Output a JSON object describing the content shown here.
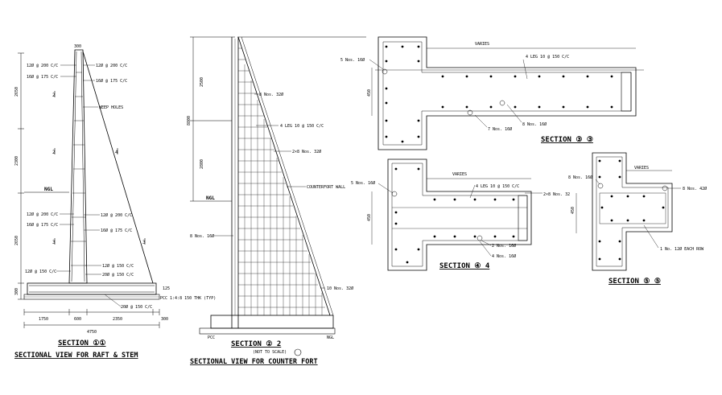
{
  "section11": {
    "title": "SECTION ①①",
    "caption": "SECTIONAL VIEW FOR RAFT & STEM",
    "top_dim": "300",
    "rebar_left": [
      "12Ø @ 200 C/C",
      "16Ø @ 175 C/C",
      "12Ø @ 200 C/C",
      "16Ø @ 175 C/C",
      "12Ø @ 150 C/C"
    ],
    "rebar_right": [
      "12Ø @ 200 C/C",
      "16Ø @ 175 C/C",
      "WEEP HOLES",
      "12Ø @ 200 C/C",
      "16Ø @ 175 C/C",
      "12Ø @ 150 C/C",
      "20Ø @ 150 C/C",
      "20Ø @ 150 C/C"
    ],
    "ngl": "NGL",
    "pcc": "PCC 1:4:8 150 THK (TYP)",
    "left_dims": [
      "2650",
      "2300",
      "2650",
      "300"
    ],
    "right_dim": "125",
    "bottom_dims": [
      "1750",
      "600",
      "2350",
      "300"
    ],
    "total_dim": "4750",
    "marks": [
      "2",
      "2",
      "4",
      "3",
      "3"
    ]
  },
  "section22": {
    "title": "SECTION ② 2",
    "note": "(NOT TO SCALE)",
    "caption": "SECTIONAL VIEW FOR COUNTER FORT",
    "left_dims": [
      "2500",
      "8800",
      "2800"
    ],
    "ngl": "NGL",
    "labels": [
      "8 Nos. 32Ø",
      "4 LEG 10 @ 150 C/C",
      "2×8 Nos. 32Ø",
      "COUNTERFORT WALL",
      "8 Nos. 16Ø",
      "10 Nos. 32Ø"
    ],
    "bottom_labels": [
      "PCC",
      "NGL"
    ]
  },
  "section33": {
    "title": "SECTION ③ ③",
    "varies": "VARIES",
    "dim": "450",
    "labels": [
      "5 Nos. 16Ø",
      "4 LEG 10 @ 150 C/C",
      "8 Nos. 16Ø",
      "7 Nos. 16Ø"
    ]
  },
  "section44": {
    "title": "SECTION ④ 4",
    "varies": "VARIES",
    "dim": "450",
    "labels": [
      "5 Nos. 16Ø",
      "4 LEG 10 @ 150 C/C",
      "2×8 Nos. 32",
      "2 Nos. 16Ø",
      "4 Nos. 16Ø"
    ]
  },
  "section55": {
    "title": "SECTION ⑤ ⑤",
    "varies": "VARIES",
    "dim": "450",
    "labels": [
      "8 Nos. 16Ø",
      "8 Nos. 42Ø",
      "1 No. 12Ø EACH ROW"
    ]
  }
}
